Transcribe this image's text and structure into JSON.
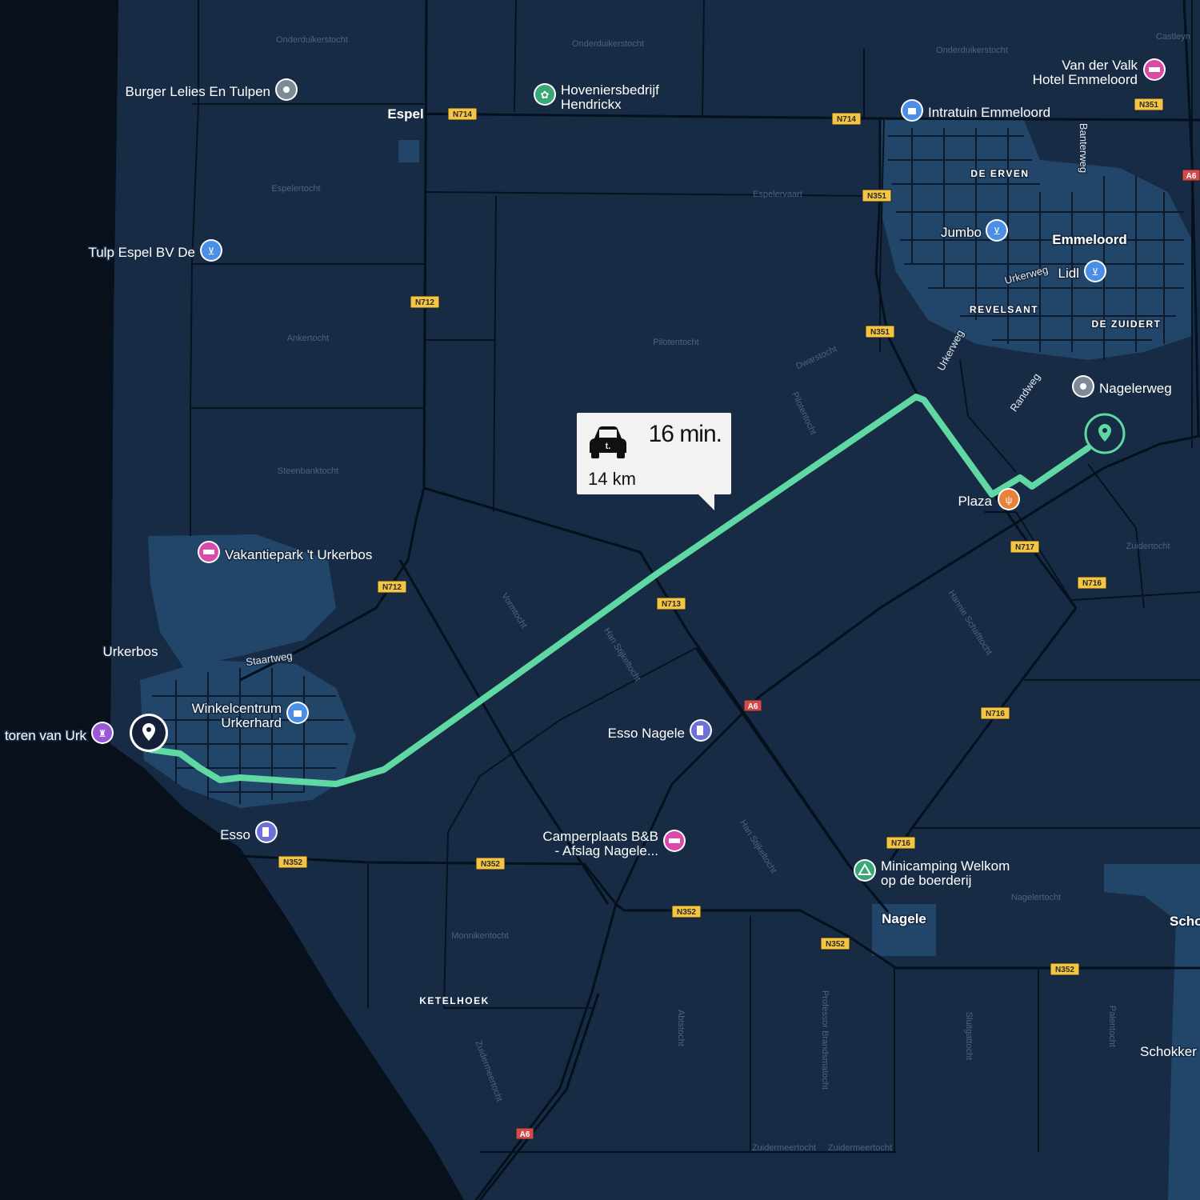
{
  "map": {
    "colors": {
      "land": "#182b44",
      "water": "#07101b",
      "urban": "#21466a",
      "road": "#05101d",
      "route": "#5fd8a3",
      "callout_bg": "#f2f2f2"
    }
  },
  "route": {
    "duration": "16 min.",
    "distance": "14 km",
    "mode_icon": "car-icon"
  },
  "places": {
    "espel": "Espel",
    "emmeloord": "Emmeloord",
    "nagele": "Nagele",
    "urkerbos": "Urkerbos",
    "schokland_partial": "Scho",
    "schokkerhaven_partial": "Schokker"
  },
  "districts": {
    "de_erven": "DE ERVEN",
    "revelsant": "REVELSANT",
    "de_zuidert": "DE ZUIDERT",
    "ketelhoek": "KETELHOEK"
  },
  "pois": {
    "burger_lelies": "Burger Lelies En Tulpen",
    "hoveniersbedrijf_line1": "Hoveniersbedrijf",
    "hoveniersbedrijf_line2": "Hendrickx",
    "van_der_valk_line1": "Van der Valk",
    "van_der_valk_line2": "Hotel Emmeloord",
    "intratuin": "Intratuin Emmeloord",
    "tulp_espel": "Tulp Espel BV De",
    "jumbo": "Jumbo",
    "lidl": "Lidl",
    "nagelerweg": "Nagelerweg",
    "plaza": "Plaza",
    "vakantiepark": "Vakantiepark 't Urkerbos",
    "winkelcentrum_line1": "Winkelcentrum",
    "winkelcentrum_line2": "Urkerhard",
    "vuurtoren": "toren van Urk",
    "esso_nagele": "Esso Nagele",
    "esso": "Esso",
    "camperplaats_line1": "Camperplaats B&B",
    "camperplaats_line2": "- Afslag Nagele...",
    "minicamping_line1": "Minicamping Welkom",
    "minicamping_line2": "op de boerderij"
  },
  "streets": {
    "banterweg": "Banterweg",
    "urkerweg_1": "Urkerweg",
    "urkerweg_2": "Urkerweg",
    "randweg": "Randweg",
    "staartweg": "Staartweg"
  },
  "minor_labels": {
    "onderduikerstocht_1": "Onderduikerstocht",
    "onderduikerstocht_2": "Onderduikerstocht",
    "onderduikerstocht_3": "Onderduikerstocht",
    "espelertocht": "Espelertocht",
    "espelervaart": "Espelervaart",
    "ankertocht": "Ankertocht",
    "pilotentocht": "Pilotentocht",
    "steenbanktocht": "Steenbanktocht",
    "dwarstocht": "Dwarstocht",
    "pilotentocht_2": "Pilotentocht",
    "vormtocht": "Vormtocht",
    "han_stijkeltocht_1": "Han Stijkeltocht",
    "han_stijkeltocht_2": "Han Stijkeltocht",
    "hannie_schafttocht": "Hannie Schafttocht",
    "zuidertocht": "Zuidertocht",
    "monnikentocht": "Monnikentocht",
    "nagelertocht": "Nagelertocht",
    "zuidermeertocht_1": "Zuidermeertocht",
    "zuidermeertocht_2": "Zuidermeertocht",
    "zuidermeertocht_3": "Zuidermeertocht",
    "abtstocht": "Abtstocht",
    "professor_brandsmatocht": "Professor Brandsmatocht",
    "sluitgattocht": "Sluitgattocht",
    "palentocht": "Palentocht",
    "castle_partial": "Castleyn"
  },
  "shields": {
    "n714_a": "N714",
    "n714_b": "N714",
    "n351_a": "N351",
    "n351_b": "N351",
    "n351_c": "N351",
    "n712_a": "N712",
    "n712_b": "N712",
    "n713": "N713",
    "n717_a": "N717",
    "n716_a": "N716",
    "n716_b": "N716",
    "n716_c": "N716",
    "n352_a": "N352",
    "n352_b": "N352",
    "n352_c": "N352",
    "n352_d": "N352",
    "n352_e": "N352",
    "a6_a": "A6",
    "a6_b": "A6",
    "a6_c": "A6"
  }
}
